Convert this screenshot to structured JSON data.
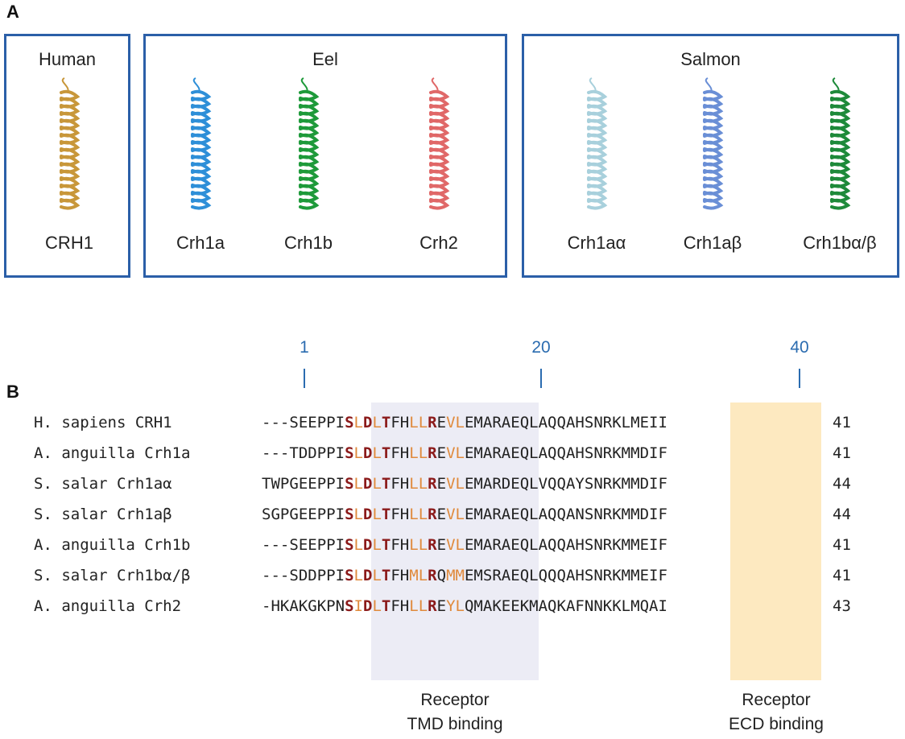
{
  "panel_a": {
    "letter": "A",
    "groups": [
      {
        "title": "Human",
        "proteins": [
          {
            "label": "CRH1",
            "color": "#c8973a"
          }
        ]
      },
      {
        "title": "Eel",
        "proteins": [
          {
            "label": "Crh1a",
            "color": "#2e8fd8"
          },
          {
            "label": "Crh1b",
            "color": "#1e9a3a"
          },
          {
            "label": "Crh2",
            "color": "#e06868"
          }
        ]
      },
      {
        "title": "Salmon",
        "proteins": [
          {
            "label": "Crh1aα",
            "color": "#a8d0dc"
          },
          {
            "label": "Crh1aβ",
            "color": "#6a8fd6"
          },
          {
            "label": "Crh1bα/β",
            "color": "#1e8a3a"
          }
        ]
      }
    ]
  },
  "panel_b": {
    "letter": "B",
    "ticks": [
      "1",
      "20",
      "40"
    ],
    "rows": [
      {
        "name": "H. sapiens CRH1",
        "seq": "---SEEPPISLDLTFHLLREVLEMARAEQLAQQAHSNRKLMEII",
        "length": "41"
      },
      {
        "name": "A. anguilla Crh1a",
        "seq": "---TDDPPISLDLTFHLLREVLEMARAEQLAQQAHSNRKMMDIF",
        "length": "41"
      },
      {
        "name": "S. salar Crh1aα",
        "seq": "TWPGEEPPISLDLTFHLLREVLEMARDEQLVQQAYSNRKMMDIF",
        "length": "44"
      },
      {
        "name": "S. salar Crh1aβ",
        "seq": "SGPGEEPPISLDLTFHLLREVLEMARAEQLAQQANSNRKMMDIF",
        "length": "44"
      },
      {
        "name": "A. anguilla Crh1b",
        "seq": "---SEEPPISLDLTFHLLREVLEMARAEQLAQQAHSNRKMMEIF",
        "length": "41"
      },
      {
        "name": "S. salar Crh1bα/β",
        "seq": "---SDDPPISLDLTFHMLRQMMEMSRAEQLQQQAHSNRKMMEIF",
        "length": "41"
      },
      {
        "name": "A. anguilla Crh2",
        "seq": "-HKAKGKPNSIDLTFHLLREYLQMAKEEKMAQKAFNNKKLMQAI",
        "length": "43"
      }
    ],
    "regions": [
      {
        "label_line1": "Receptor",
        "label_line2": "TMD binding",
        "color": "#ececf5"
      },
      {
        "label_line1": "Receptor",
        "label_line2": "ECD binding",
        "color": "#fde9c0"
      }
    ]
  }
}
